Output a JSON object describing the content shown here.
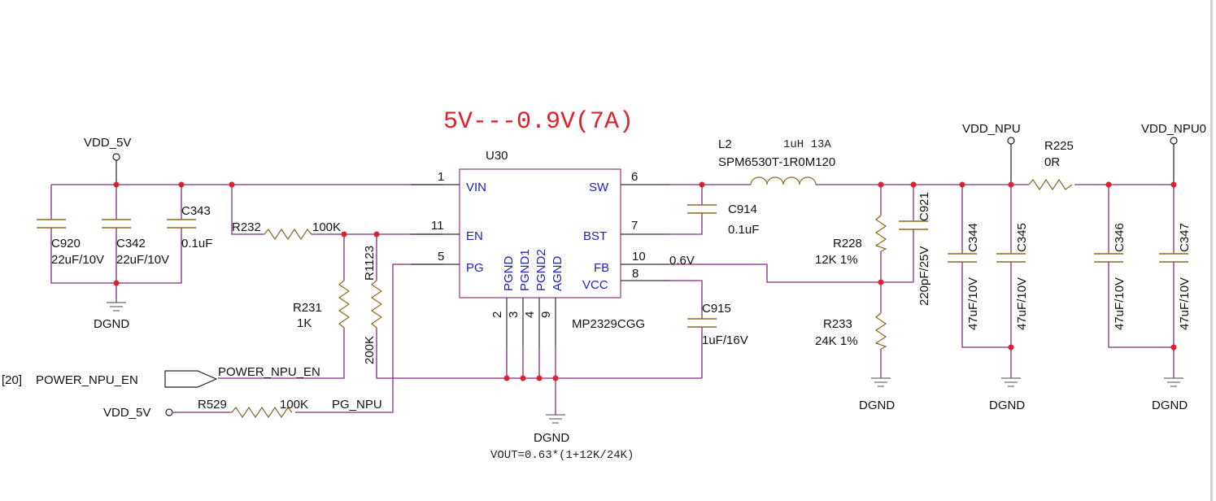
{
  "title": "5V---0.9V(7A)",
  "formula": "VOUT=0.63*(1+12K/24K)",
  "nets": {
    "vdd_5v_top": "VDD_5V",
    "vdd_5v_left": "VDD_5V",
    "vdd_npu_a": "VDD_NPU",
    "vdd_npu_b": "VDD_NPU0",
    "power_npu_en": "POWER_NPU_EN",
    "power_npu_en_port": "POWER_NPU_EN",
    "port_ref": "[20]",
    "pg_npu": "PG_NPU",
    "fb_voltage": "0.6V",
    "gnd1": "DGND",
    "gnd2": "DGND",
    "gnd3": "DGND",
    "gnd4": "DGND",
    "gnd5": "DGND"
  },
  "ic": {
    "ref": "U30",
    "part": "MP2329CGG",
    "pins": {
      "vin": "VIN",
      "en": "EN",
      "pg": "PG",
      "sw": "SW",
      "bst": "BST",
      "fb": "FB",
      "vcc": "VCC",
      "pgnd": "PGND",
      "pgnd1": "PGND1",
      "pgnd2": "PGND2",
      "agnd": "AGND"
    },
    "pin_numbers": {
      "vin": "1",
      "en": "11",
      "pg": "5",
      "sw": "6",
      "bst": "7",
      "fb": "10",
      "vcc": "8",
      "pgnd": "2",
      "pgnd1": "3",
      "pgnd2": "4",
      "agnd": "9"
    }
  },
  "components": {
    "c920": {
      "ref": "C920",
      "value": "22uF/10V"
    },
    "c342": {
      "ref": "C342",
      "value": "22uF/10V"
    },
    "c343": {
      "ref": "C343",
      "value": "0.1uF"
    },
    "r232": {
      "ref": "R232",
      "value": "100K"
    },
    "r1123": {
      "ref": "R1123",
      "value": "200K"
    },
    "r231": {
      "ref": "R231",
      "value": "1K"
    },
    "r529": {
      "ref": "R529",
      "value": "100K"
    },
    "c914": {
      "ref": "C914",
      "value": "0.1uF"
    },
    "c915": {
      "ref": "C915",
      "value": "1uF/16V"
    },
    "l2": {
      "ref": "L2",
      "part": "SPM6530T-1R0M120",
      "value": "1uH 13A"
    },
    "r228": {
      "ref": "R228",
      "value": "12K 1%"
    },
    "r233": {
      "ref": "R233",
      "value": "24K 1%"
    },
    "c921": {
      "ref": "C921",
      "value": "220pF/25V"
    },
    "c344": {
      "ref": "C344",
      "value": "47uF/10V"
    },
    "c345": {
      "ref": "C345",
      "value": "47uF/10V"
    },
    "r225": {
      "ref": "R225",
      "value": "0R"
    },
    "c346": {
      "ref": "C346",
      "value": "47uF/10V"
    },
    "c347": {
      "ref": "C347",
      "value": "47uF/10V"
    }
  }
}
